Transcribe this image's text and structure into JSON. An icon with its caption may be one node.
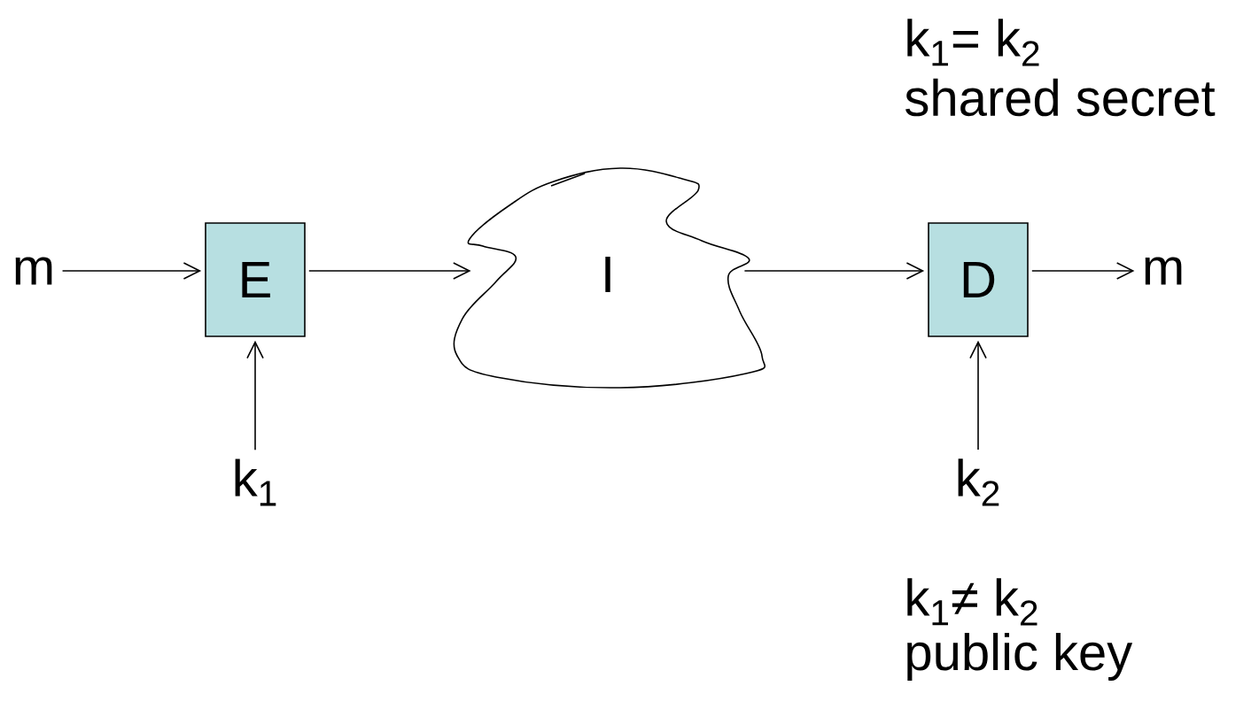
{
  "diagram": {
    "nodes": [
      {
        "text": [
          "m"
        ]
      },
      {
        "text": [
          "E"
        ]
      },
      {
        "text": [
          "I"
        ]
      },
      {
        "text": [
          "D"
        ]
      },
      {
        "text": [
          "m"
        ]
      },
      {
        "text": [
          "k$_{1}$"
        ]
      },
      {
        "text": [
          "k$_{2}$"
        ]
      }
    ],
    "edges": [
      {
        "from": 0,
        "to": 1,
        "arrow": "to"
      },
      {
        "from": 1,
        "to": 2,
        "arrow": "to"
      },
      {
        "from": 2,
        "to": 3,
        "arrow": "to"
      },
      {
        "from": 3,
        "to": 4,
        "arrow": "to"
      },
      {
        "from": 5,
        "to": 1,
        "arrow": "to"
      },
      {
        "from": 6,
        "to": 3,
        "arrow": "to"
      }
    ],
    "labels": [
      "k$_{1}$= k$_{2}$",
      "shared secret",
      "k$_{1}$≠ k$_{2}$",
      "public key"
    ]
  }
}
